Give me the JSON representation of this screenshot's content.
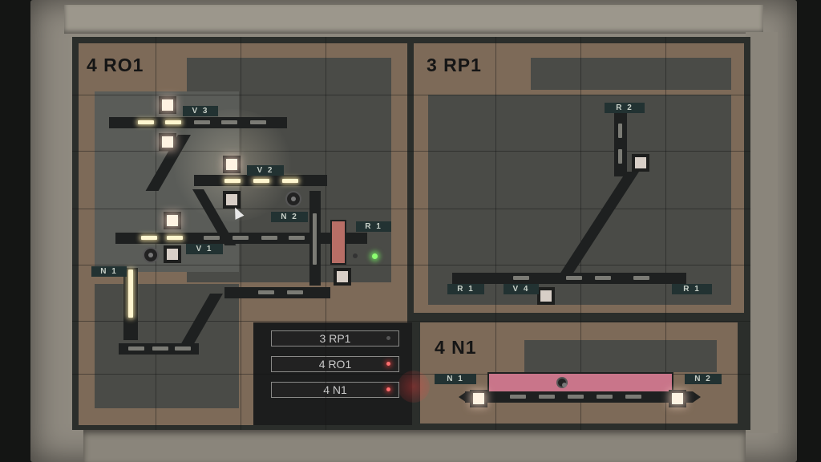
{
  "panels": {
    "ro1": {
      "title": "4 RO1"
    },
    "rp1": {
      "title": "3 RP1"
    },
    "n1": {
      "title": "4 N1"
    }
  },
  "labels": {
    "v3": "V 3",
    "v2": "V 2",
    "n2_ro1": "N 2",
    "r1_ro1": "R 1",
    "v1": "V 1",
    "n1_ro1": "N 1",
    "r2_rp1": "R 2",
    "r1_rp1_left": "R 1",
    "v4": "V 4",
    "r1_rp1_right": "R 1",
    "n1_n1": "N 1",
    "n2_n1": "N 2"
  },
  "selector": {
    "items": [
      {
        "label": "3 RP1",
        "active": false
      },
      {
        "label": "4 RO1",
        "active": true
      },
      {
        "label": "4 N1",
        "active": true
      }
    ]
  },
  "colors": {
    "panel": "#7d6a58",
    "lit_slot": "#fff6cf",
    "status_green": "#8cff70",
    "status_red": "#ff6f6f"
  }
}
